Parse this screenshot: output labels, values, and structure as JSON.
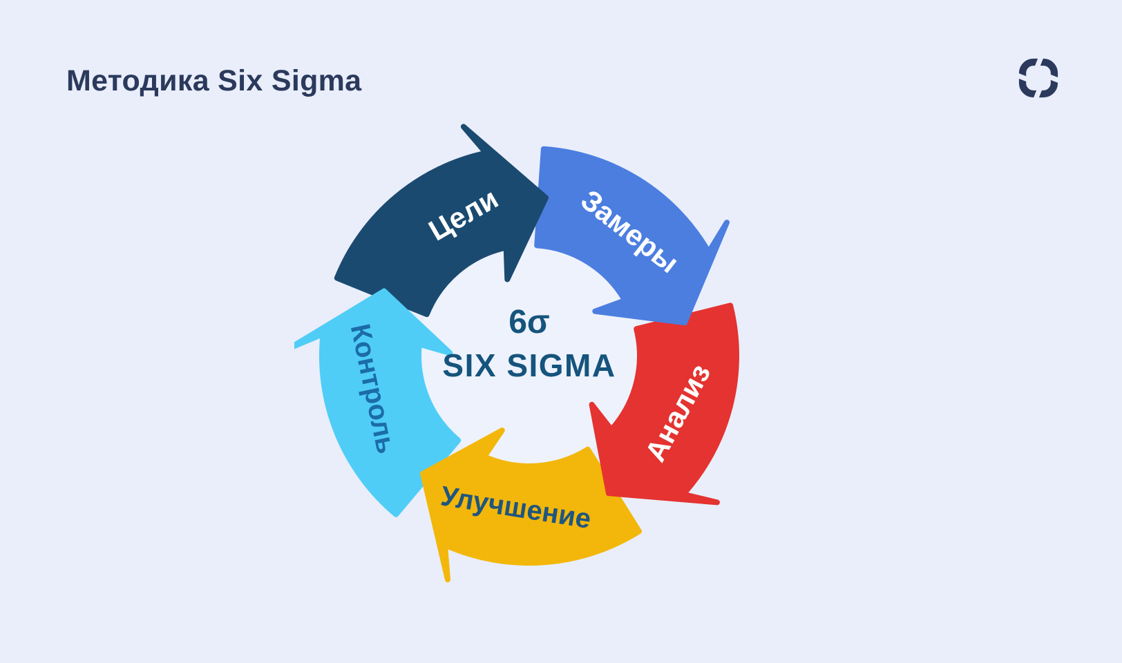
{
  "page": {
    "background": "#e9eefa",
    "hole_color": "#eef2fc"
  },
  "header": {
    "title": "Методика Six Sigma",
    "title_color": "#2b3a5c"
  },
  "logo": {
    "name": "rounded-square-cycle-logo",
    "color": "#2b3a5c"
  },
  "diagram": {
    "type": "cycle",
    "direction": "clockwise",
    "center_top": "6σ",
    "center_bottom": "SIX SIGMA",
    "center_color": "#15547c",
    "stages": [
      {
        "label": "Цели",
        "color": "#1b4a70",
        "text_color": "#ffffff"
      },
      {
        "label": "Замеры",
        "color": "#4c7ee0",
        "text_color": "#ffffff"
      },
      {
        "label": "Анализ",
        "color": "#e43330",
        "text_color": "#ffffff"
      },
      {
        "label": "Улучшение",
        "color": "#f3b70b",
        "text_color": "#1f567e"
      },
      {
        "label": "Контроль",
        "color": "#4fcdf7",
        "text_color": "#1b6ca8"
      }
    ]
  }
}
